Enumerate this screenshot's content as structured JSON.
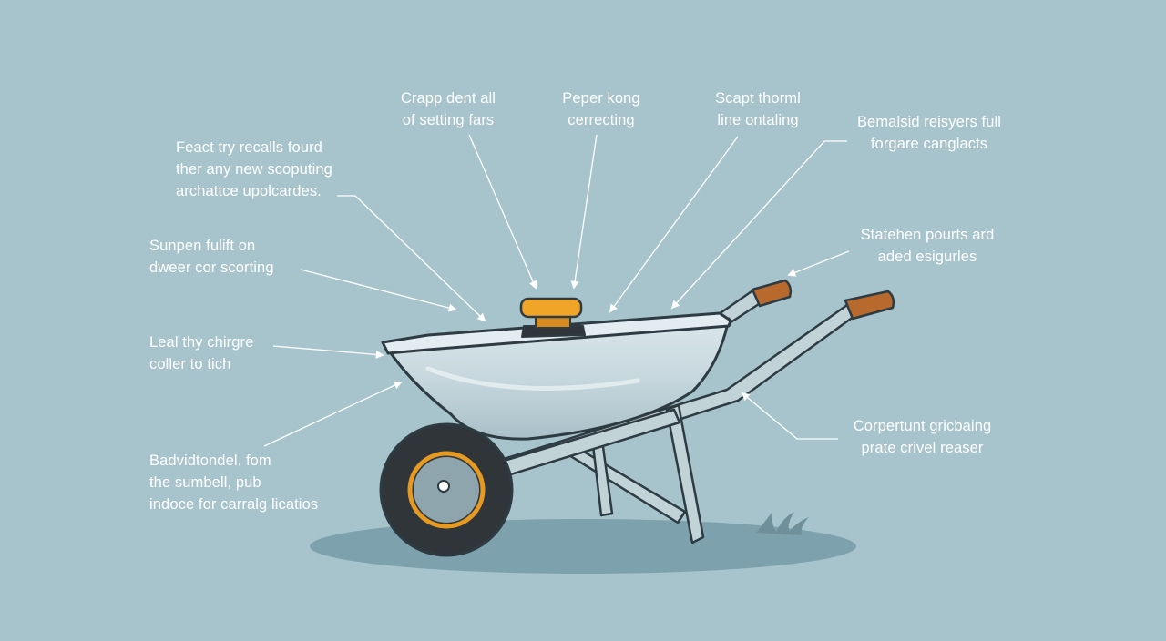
{
  "colors": {
    "background": "#a7c3cb",
    "shadow": "#7ea2ad",
    "tray": "#c9d9df",
    "tray_rim": "#e3edf1",
    "frame": "#c2d3d8",
    "outline": "#2e3b42",
    "tire": "#2f3538",
    "hub_ring": "#e69a22",
    "grip": "#b8692e",
    "cap": "#f0a428",
    "label_text": "#ffffff"
  },
  "labels": {
    "top_left": [
      "Crapp dent all",
      "of setting fars"
    ],
    "top_mid": [
      "Peper kong",
      "cerrecting"
    ],
    "top_right": [
      "Scapt thorml",
      "line ontaling"
    ],
    "upper_right": [
      "Bemalsid reisyers full",
      "forgare canglacts"
    ],
    "upper_left": [
      "Feact try recalls fourd",
      "ther any new scoputing",
      "archattce upolcardes."
    ],
    "mid_right": [
      "Statehen pourts ard",
      "aded esigurles"
    ],
    "mid_left": [
      "Sunpen fulift on",
      "dweer cor scorting"
    ],
    "left": [
      "Leal thy chirgre",
      "coller to tich"
    ],
    "lower_right": [
      "Corpertunt gricbaing",
      "prate crivel reaser"
    ],
    "lower_left": [
      "Badvidtondel. fom",
      "the sumbell, pub",
      "indoce for carralg licatios"
    ]
  }
}
